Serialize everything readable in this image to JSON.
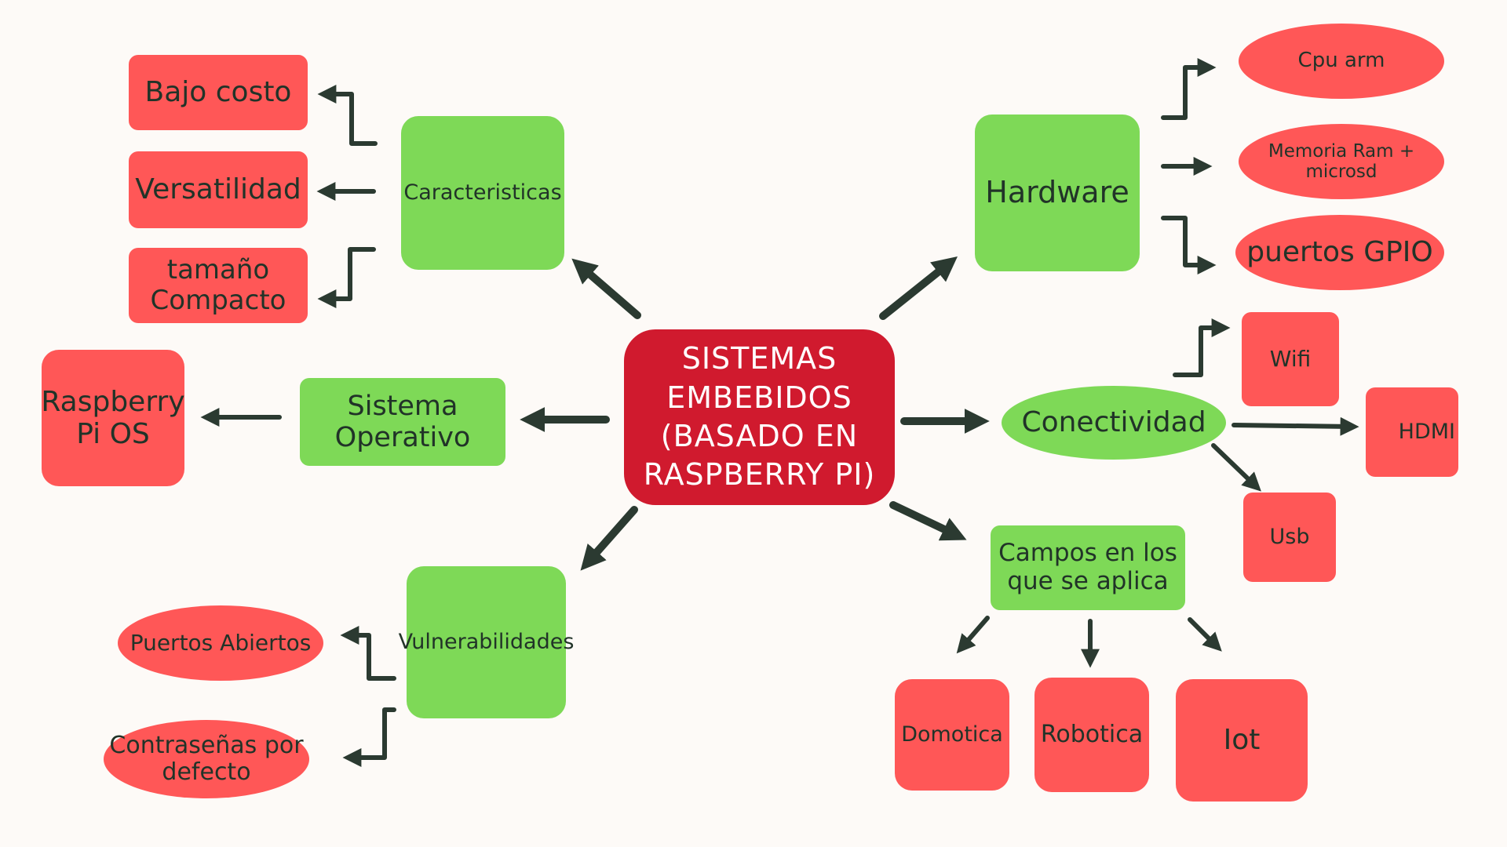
{
  "center": "SISTEMAS EMBEBIDOS (BASADO EN RASPBERRY PI)",
  "caracteristicas": {
    "label": "Caracteristicas",
    "items": [
      "Bajo costo",
      "Versatilidad",
      "tamaño Compacto"
    ]
  },
  "sistema_operativo": {
    "label": "Sistema Operativo",
    "items": [
      "Raspberry Pi OS"
    ]
  },
  "vulnerabilidades": {
    "label": "Vulnerabilidades",
    "items": [
      "Puertos Abiertos",
      "Contraseñas por defecto"
    ]
  },
  "hardware": {
    "label": "Hardware",
    "items": [
      "Cpu arm",
      "Memoria Ram + microsd",
      "puertos GPIO"
    ]
  },
  "conectividad": {
    "label": "Conectividad",
    "items": [
      "Wifi",
      "HDMI",
      "Usb"
    ]
  },
  "campos": {
    "label": "Campos en los que se aplica",
    "items": [
      "Domotica",
      "Robotica",
      "Iot"
    ]
  },
  "colors": {
    "center": "#d01a2e",
    "green": "#7ed957",
    "red": "#ff5757",
    "arrow": "#2b3a31",
    "background": "#fdfaf7"
  }
}
